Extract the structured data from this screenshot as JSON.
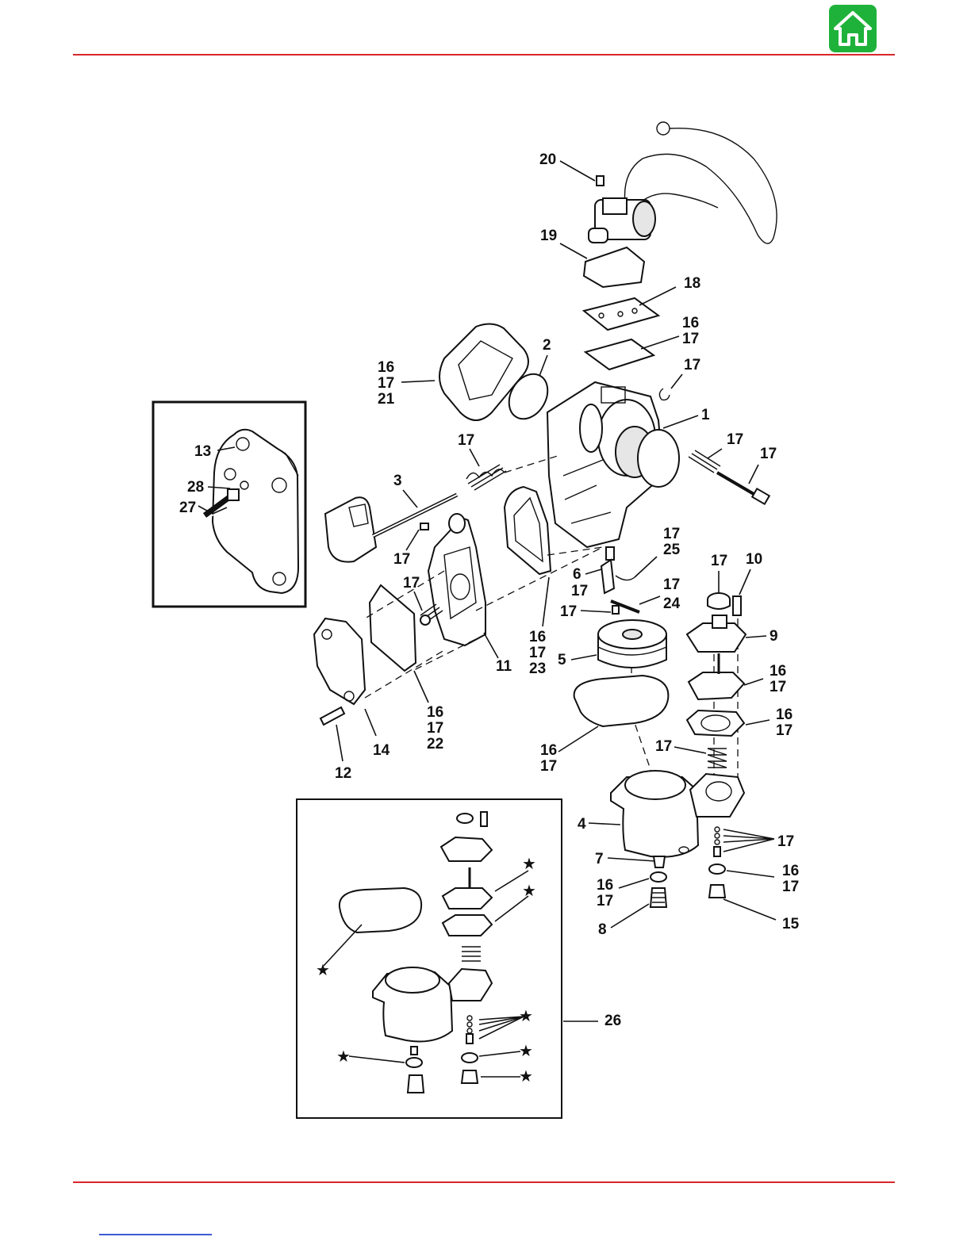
{
  "header": {
    "home_icon": "home-icon",
    "home_color": "#1fb23a",
    "rule_color": "#d9262c"
  },
  "callouts": {
    "c20": "20",
    "c19": "19",
    "c18": "18",
    "c16a": "16",
    "c17a": "17",
    "c17b": "17",
    "c16b": "16",
    "c17c": "17",
    "c21": "21",
    "c2": "2",
    "c1": "1",
    "c17d": "17",
    "c17e": "17",
    "c17f": "17",
    "c3": "3",
    "c17g": "17",
    "c17h": "17",
    "c25": "25",
    "c17i": "17",
    "c10": "10",
    "c6": "6",
    "c17j": "17",
    "c17k": "17",
    "c24": "24",
    "c17l": "17",
    "c17m": "17",
    "c9": "9",
    "c16c": "16",
    "c17n": "17",
    "c23": "23",
    "c5": "5",
    "c11": "11",
    "c16d": "16",
    "c17o": "17",
    "c16e": "16",
    "c17p": "17",
    "c16f": "16",
    "c17q": "17",
    "c22": "22",
    "c14": "14",
    "c12": "12",
    "c16g": "16",
    "c17r": "17",
    "c17s": "17",
    "c4": "4",
    "c17t": "17",
    "c7": "7",
    "c16h": "16",
    "c17u": "17",
    "c16i": "16",
    "c17v": "17",
    "c8": "8",
    "c15": "15",
    "c26": "26"
  },
  "inset_top": {
    "c13": "13",
    "c28": "28",
    "c27": "27"
  },
  "inset_bottom": {
    "star": "★"
  }
}
